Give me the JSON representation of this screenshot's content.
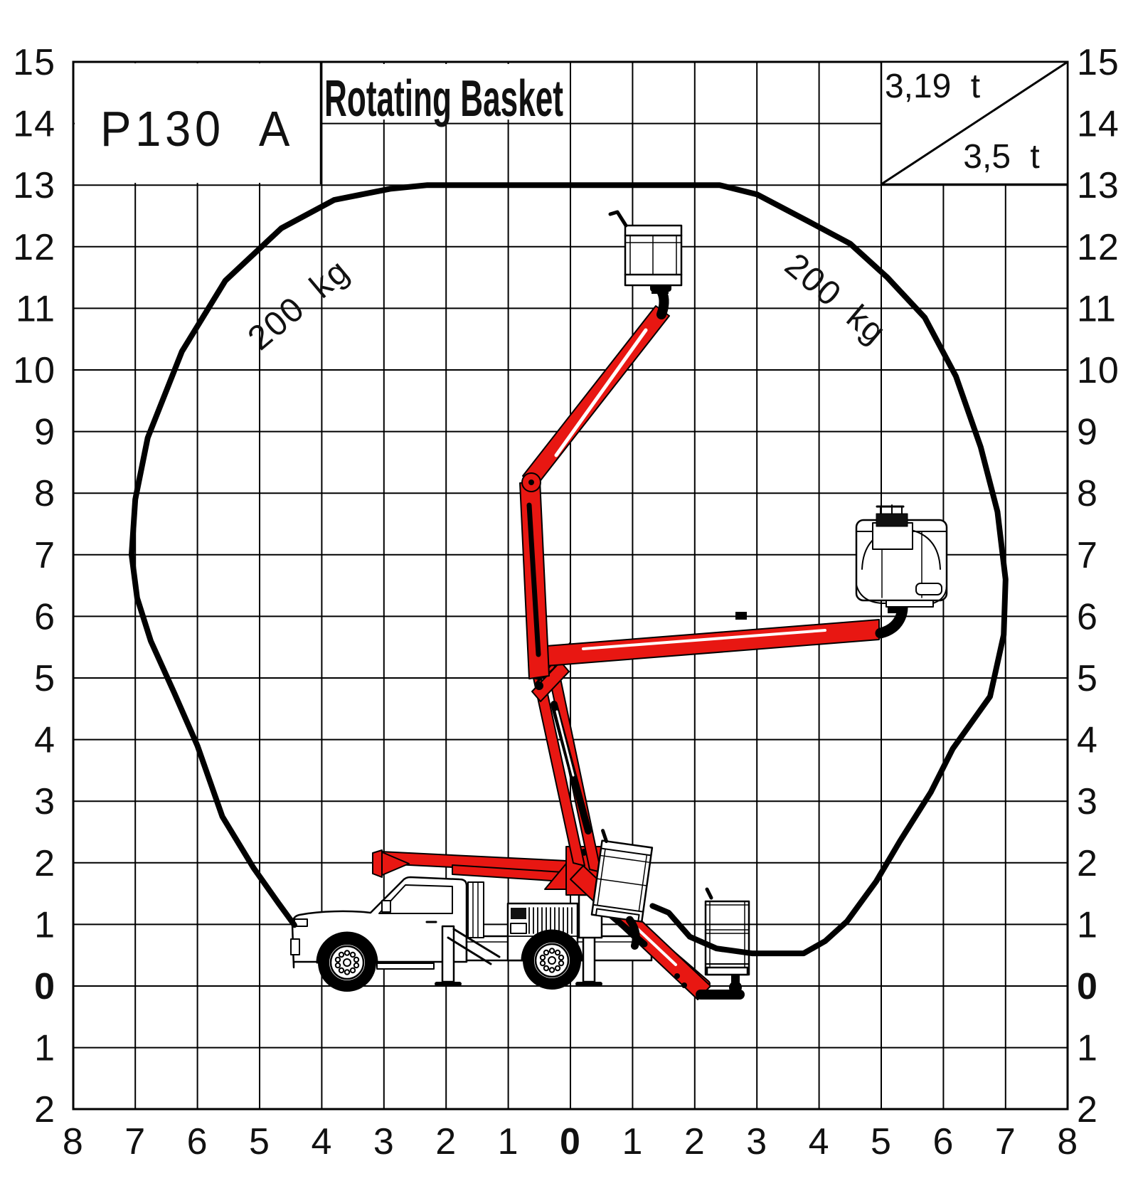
{
  "title_block": {
    "model": "P130 A"
  },
  "header": {
    "title": "Rotating Basket"
  },
  "capacity_box": {
    "upper_label": "3,19 t",
    "lower_label": "3,5 t"
  },
  "load_labels": {
    "left": "200 kg",
    "right": "200 kg"
  },
  "colors": {
    "boom_red": "#e81712",
    "line_black": "#000000",
    "background": "#ffffff"
  },
  "chart_data": {
    "type": "line",
    "title": "Rotating Basket",
    "model": "P130 A",
    "basket_capacity": "200 kg",
    "gross_weights": {
      "upper": "3,19 t",
      "lower": "3,5 t"
    },
    "xlabel": "",
    "ylabel": "",
    "xlim": [
      -8,
      8
    ],
    "ylim": [
      -2,
      15
    ],
    "grid": true,
    "x_ticks": {
      "values": [
        -8,
        -7,
        -6,
        -5,
        -4,
        -3,
        -2,
        -1,
        0,
        1,
        2,
        3,
        4,
        5,
        6,
        7,
        8
      ],
      "labels": [
        "8",
        "7",
        "6",
        "5",
        "4",
        "3",
        "2",
        "1",
        "0",
        "1",
        "2",
        "3",
        "4",
        "5",
        "6",
        "7",
        "8"
      ]
    },
    "y_ticks": {
      "values": [
        15,
        14,
        13,
        12,
        11,
        10,
        9,
        8,
        7,
        6,
        5,
        4,
        3,
        2,
        1,
        0,
        -1,
        -2
      ],
      "labels": [
        "15",
        "14",
        "13",
        "12",
        "11",
        "10",
        "9",
        "8",
        "7",
        "6",
        "5",
        "4",
        "3",
        "2",
        "1",
        "0",
        "1",
        "2"
      ]
    },
    "series": [
      {
        "name": "working envelope (200 kg)",
        "points": [
          [
            -4.44,
            0.99
          ],
          [
            -4.7,
            1.35
          ],
          [
            -5.1,
            1.92
          ],
          [
            -5.6,
            2.75
          ],
          [
            -6.0,
            3.9
          ],
          [
            -6.37,
            4.75
          ],
          [
            -6.75,
            5.6
          ],
          [
            -6.97,
            6.3
          ],
          [
            -7.06,
            7.0
          ],
          [
            -7.0,
            7.9
          ],
          [
            -6.8,
            8.9
          ],
          [
            -6.25,
            10.3
          ],
          [
            -5.55,
            11.45
          ],
          [
            -4.65,
            12.3
          ],
          [
            -3.8,
            12.76
          ],
          [
            -2.9,
            12.94
          ],
          [
            -2.3,
            13.0
          ],
          [
            2.4,
            13.0
          ],
          [
            3.0,
            12.85
          ],
          [
            3.85,
            12.4
          ],
          [
            4.5,
            12.05
          ],
          [
            5.1,
            11.5
          ],
          [
            5.7,
            10.85
          ],
          [
            6.2,
            9.9
          ],
          [
            6.6,
            8.75
          ],
          [
            6.87,
            7.7
          ],
          [
            7.0,
            6.6
          ],
          [
            6.97,
            5.7
          ],
          [
            6.75,
            4.7
          ],
          [
            6.15,
            3.85
          ],
          [
            5.8,
            3.15
          ],
          [
            5.3,
            2.35
          ],
          [
            4.92,
            1.7
          ],
          [
            4.45,
            1.05
          ],
          [
            4.1,
            0.73
          ],
          [
            3.75,
            0.53
          ],
          [
            2.92,
            0.53
          ],
          [
            2.35,
            0.61
          ],
          [
            1.92,
            0.8
          ],
          [
            1.58,
            1.19
          ],
          [
            1.32,
            1.3
          ]
        ]
      }
    ],
    "annotations": [
      {
        "text": "200 kg",
        "x": -4.37,
        "y": 11.06,
        "angle": -40
      },
      {
        "text": "200 kg",
        "x": 4.27,
        "y": 11.15,
        "angle": 40
      },
      {
        "text": "3,19 t",
        "x": 5.8,
        "y": 14.6
      },
      {
        "text": "3,5 t",
        "x": 6.9,
        "y": 13.45
      },
      {
        "text": "P130 A",
        "x": -6.0,
        "y": 14.0
      },
      {
        "text": "Rotating Basket",
        "x": -2.05,
        "y": 14.35
      }
    ],
    "basket_positions": [
      {
        "name": "stowed-rear",
        "x": 0.8,
        "y": 1.7
      },
      {
        "name": "ground-level",
        "x": 2.5,
        "y": 0.8
      },
      {
        "name": "max-height",
        "x": 1.35,
        "y": 11.9
      },
      {
        "name": "mid-outreach",
        "x": 5.3,
        "y": 6.9
      }
    ]
  }
}
